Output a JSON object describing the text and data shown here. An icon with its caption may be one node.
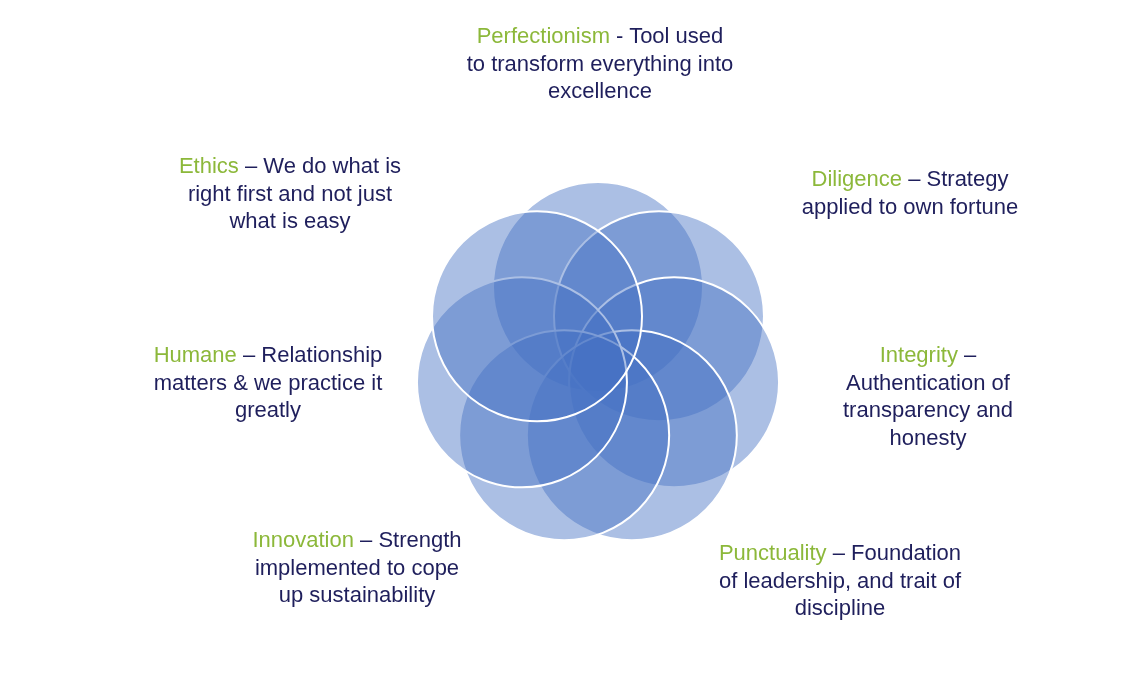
{
  "diagram": {
    "labels": [
      "Perfectionism",
      "- Tool used to transform everything into excellence",
      "Ethics",
      "– We do what is right first and not just what is easy",
      "Diligence",
      "– Strategy applied to own fortune",
      "Humane",
      "– Relationship matters & we practice it greatly",
      "Integrity",
      "– Authentication of transparency and honesty",
      "Innovation",
      "– Strength implemented to cope up sustainability",
      "Punctuality",
      "– Foundation of leadership, and trait of discipline"
    ]
  }
}
